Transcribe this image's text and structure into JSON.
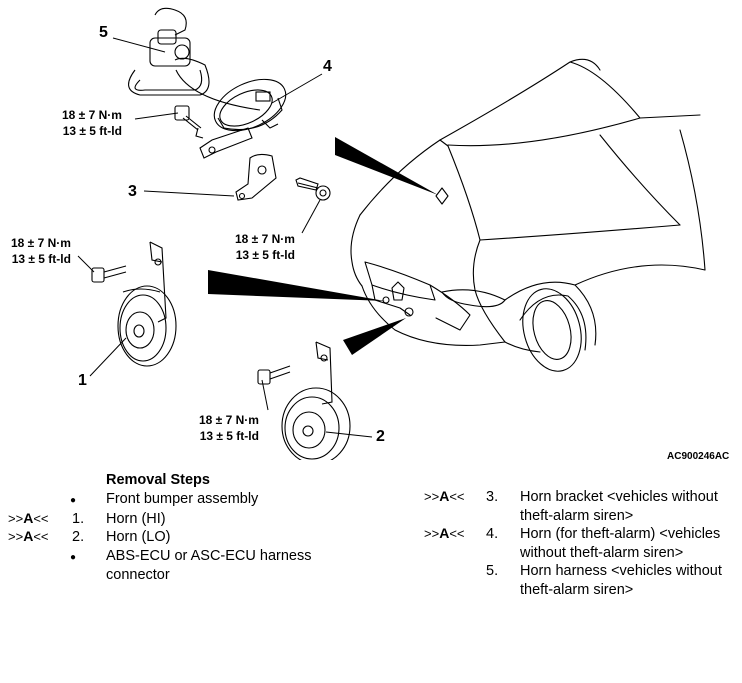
{
  "figure": {
    "callouts": [
      "5",
      "4",
      "3",
      "1",
      "2"
    ],
    "torque_nm": "18 ± 7 N·m",
    "torque_ftlb": "13 ± 5 ft-ld",
    "reference_code": "AC900246AC"
  },
  "removal": {
    "heading": "Removal Steps",
    "bullet_symbol": "●",
    "tag_prefix": ">>",
    "tag_letter": "A",
    "tag_suffix": "<<",
    "left_steps": [
      {
        "num": "",
        "line1": "Front bumper assembly",
        "line2": ""
      },
      {
        "num": "1.",
        "line1": "Horn (HI)",
        "line2": ""
      },
      {
        "num": "2.",
        "line1": "Horn (LO)",
        "line2": ""
      },
      {
        "num": "",
        "line1": "ABS-ECU or ASC-ECU harness",
        "line2": "connector"
      }
    ],
    "right_steps": [
      {
        "num": "3.",
        "line1": "Horn bracket <vehicles without",
        "line2": "theft-alarm siren>"
      },
      {
        "num": "4.",
        "line1": "Horn (for theft-alarm) <vehicles",
        "line2": "without theft-alarm siren>"
      },
      {
        "num": "5.",
        "line1": "Horn harness <vehicles without",
        "line2": "theft-alarm siren>"
      }
    ]
  }
}
